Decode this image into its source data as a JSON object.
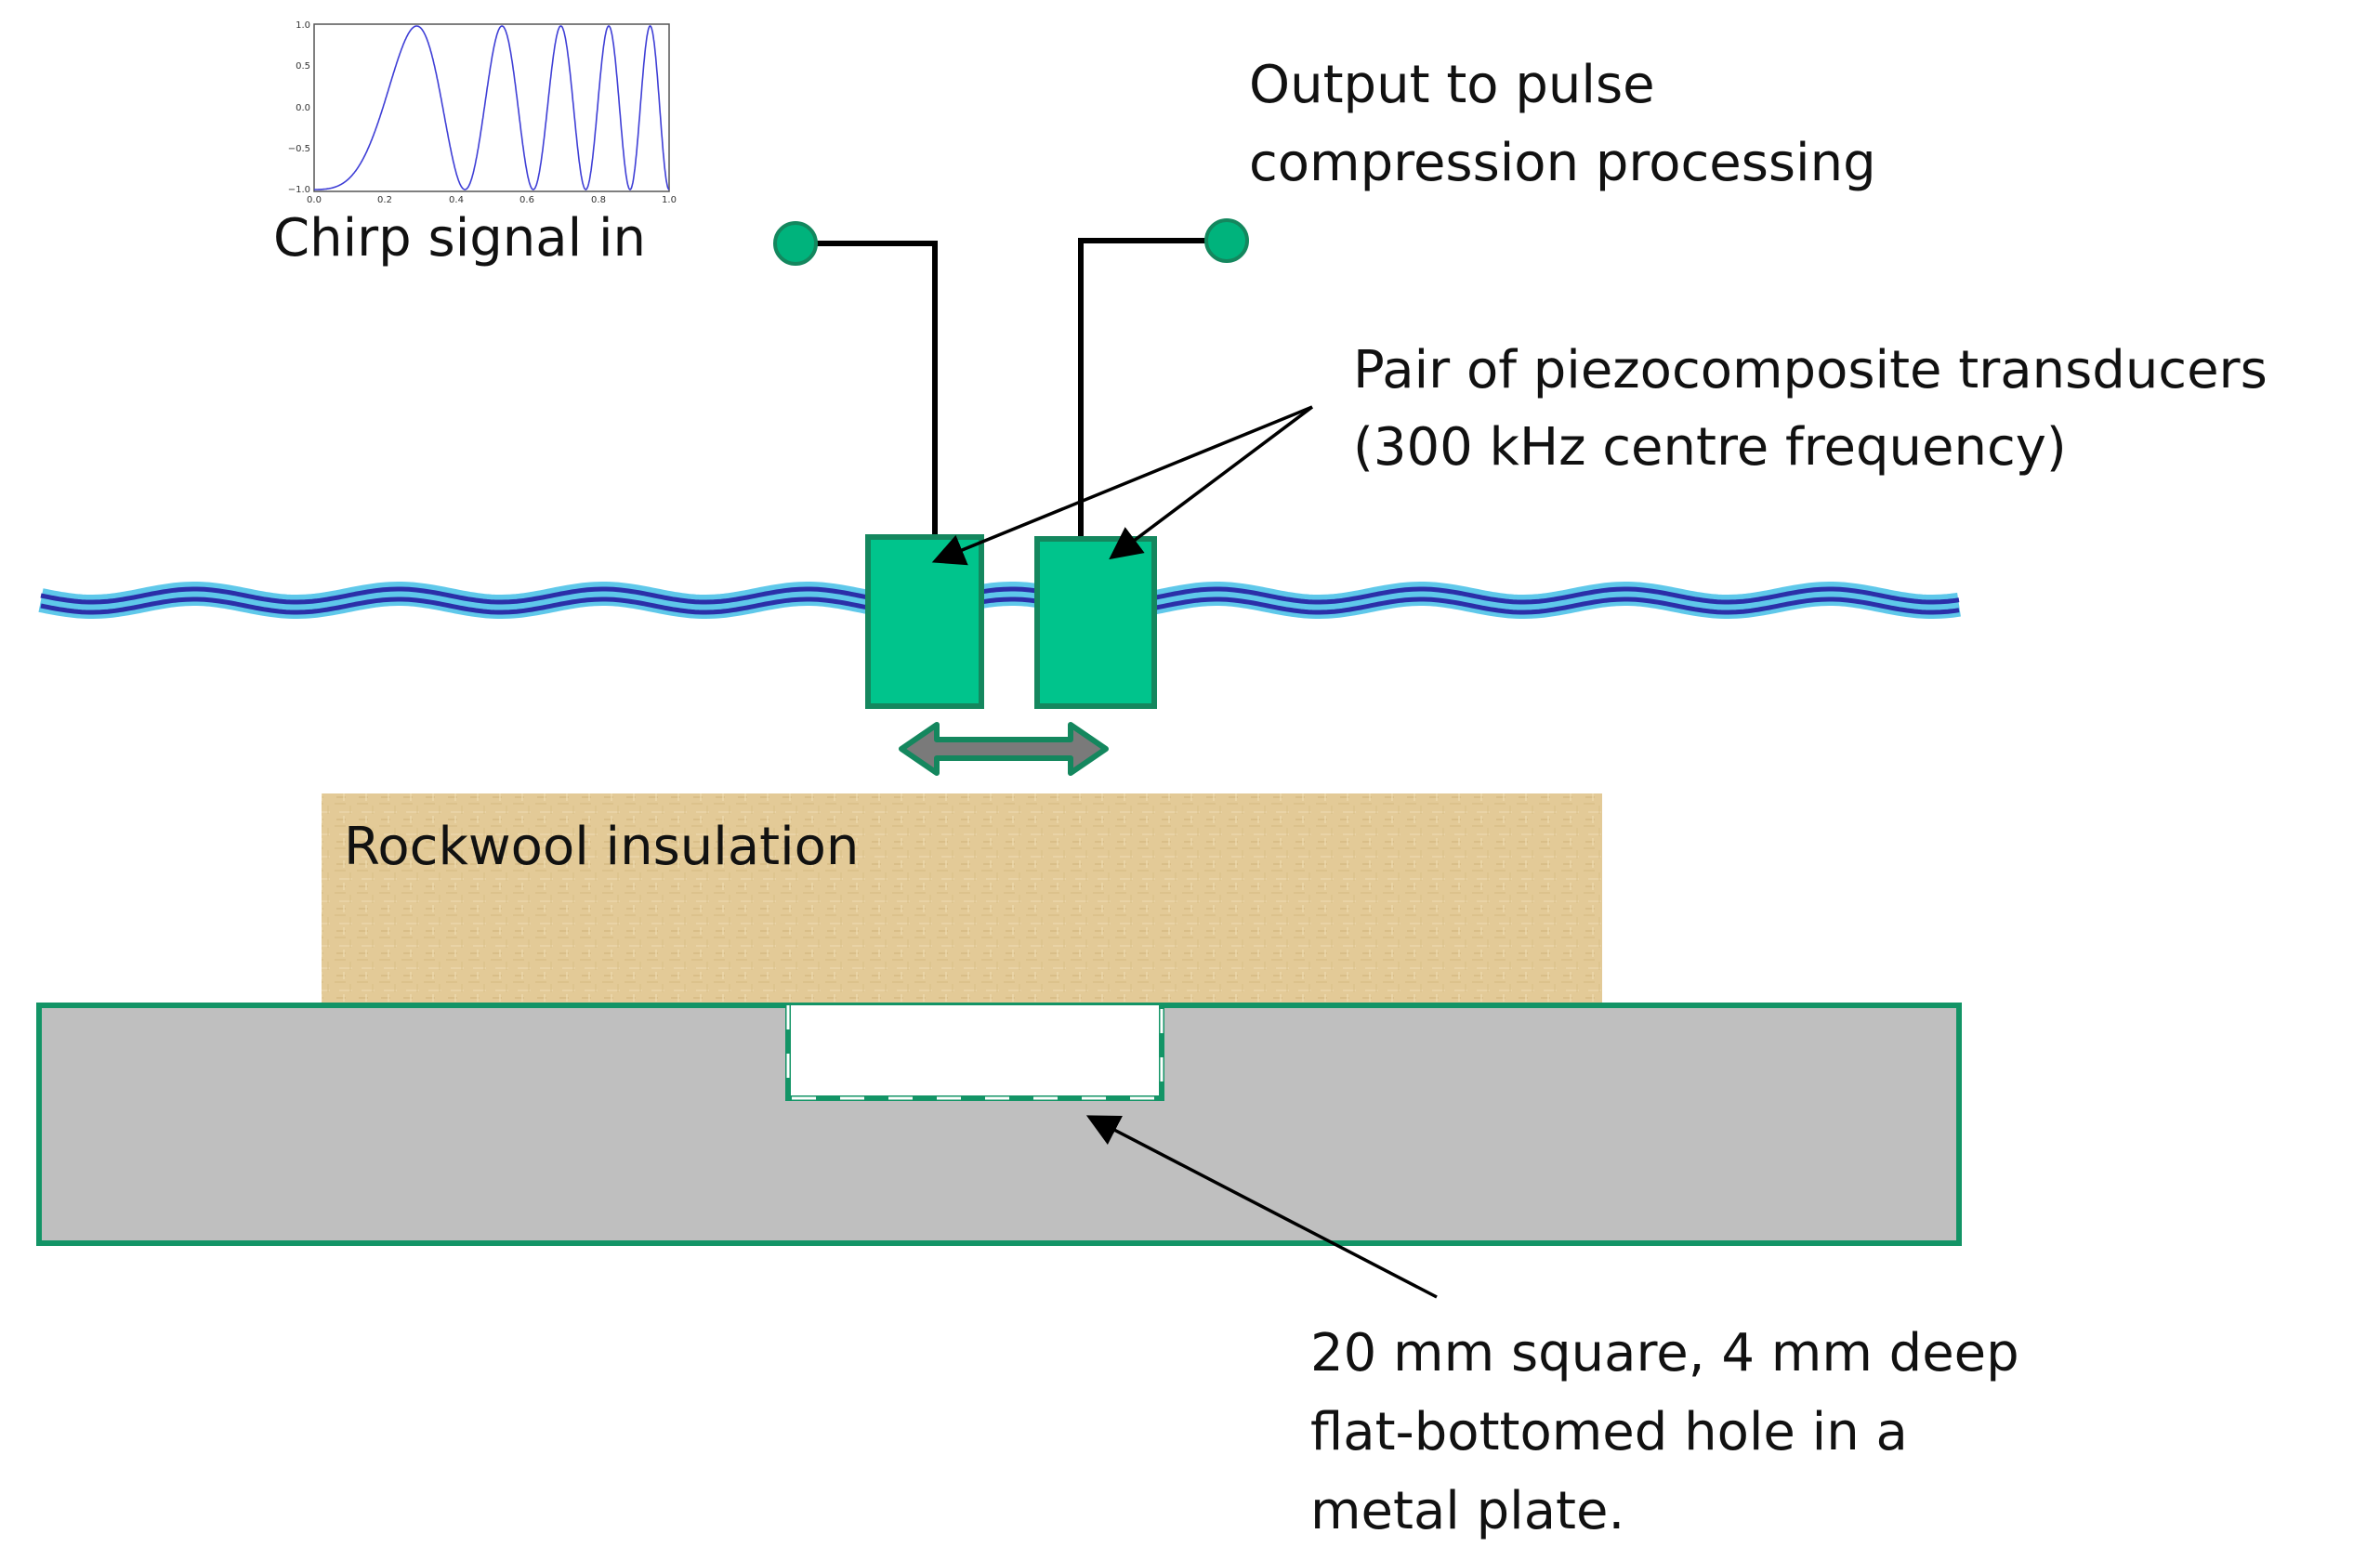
{
  "labels": {
    "chirp_signal_in": "Chirp signal in",
    "output_line1": "Output to pulse",
    "output_line2": "compression processing",
    "transducers_line1": "Pair of piezocomposite transducers",
    "transducers_line2": "(300 kHz centre frequency)",
    "rockwool": "Rockwool insulation",
    "hole_line1": "20 mm square, 4 mm deep",
    "hole_line2": "flat-bottomed hole in a",
    "hole_line3": "metal plate."
  },
  "chirp_plot": {
    "x_ticks": [
      "0.0",
      "0.2",
      "0.4",
      "0.6",
      "0.8",
      "1.0"
    ],
    "y_ticks": [
      "1.0",
      "0.5",
      "0.0",
      "−0.5",
      "−1.0"
    ]
  },
  "colors": {
    "transducer": "#00c48c",
    "transducer_border": "#14875e",
    "plate": "#bfbfbf",
    "plate_border": "#139466",
    "rockwool": "#e2c995",
    "terminal": "#00b37c",
    "water_dark": "#2b2fa8",
    "water_light": "#5fc8ea",
    "double_arrow_fill": "#7a7a7a",
    "double_arrow_stroke": "#14875e",
    "chirp_line": "#3f3fd6"
  }
}
